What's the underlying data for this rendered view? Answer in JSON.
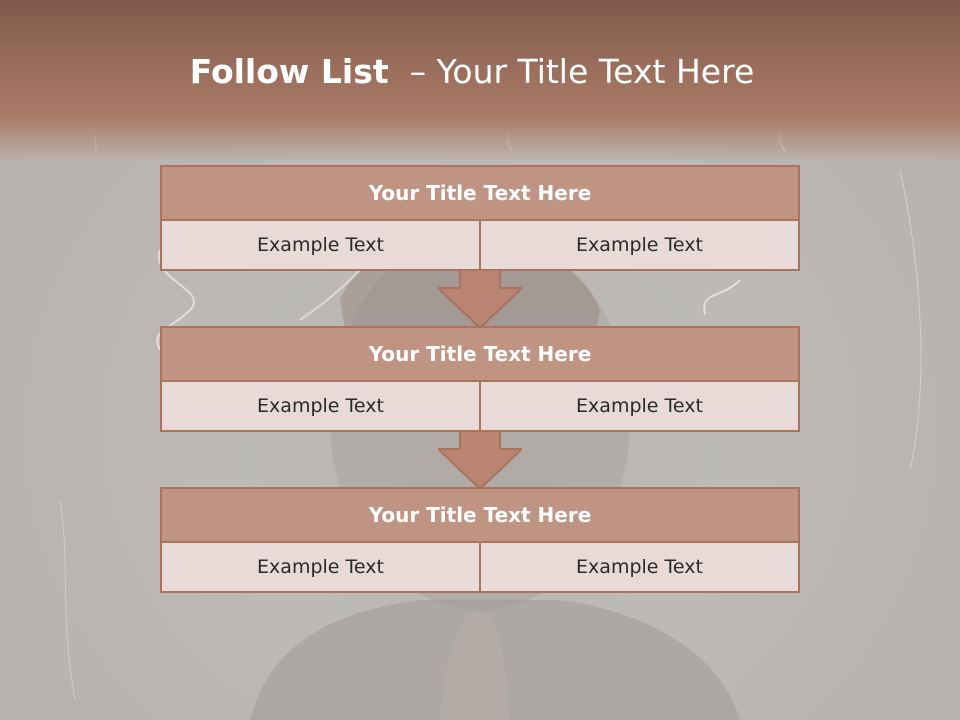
{
  "title": {
    "bold": "Follow List",
    "rest": "  – Your Title Text Here"
  },
  "blocks": [
    {
      "title": "Your Title Text Here",
      "left": "Example Text",
      "right": "Example Text"
    },
    {
      "title": "Your Title Text Here",
      "left": "Example Text",
      "right": "Example Text"
    },
    {
      "title": "Your Title Text Here",
      "left": "Example Text",
      "right": "Example Text"
    }
  ],
  "colors": {
    "header": "#9c6f5d",
    "box_title": "#c09483",
    "box_border": "#a9735e",
    "cell": "#e8dad6",
    "arrow": "#b98471"
  }
}
